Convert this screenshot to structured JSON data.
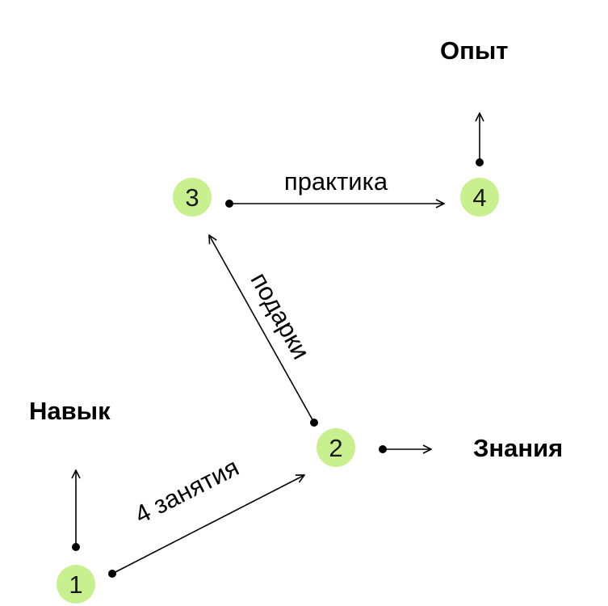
{
  "colors": {
    "node_fill": "#c8f08f",
    "ink": "#000000"
  },
  "nodes": [
    {
      "id": "1",
      "label": "1"
    },
    {
      "id": "2",
      "label": "2"
    },
    {
      "id": "3",
      "label": "3"
    },
    {
      "id": "4",
      "label": "4"
    }
  ],
  "headings": {
    "skill": "Навык",
    "knowledge": "Знания",
    "experience": "Опыт"
  },
  "edges": {
    "e12": "4 занятия",
    "e23": "подарки",
    "e34": "практика"
  }
}
